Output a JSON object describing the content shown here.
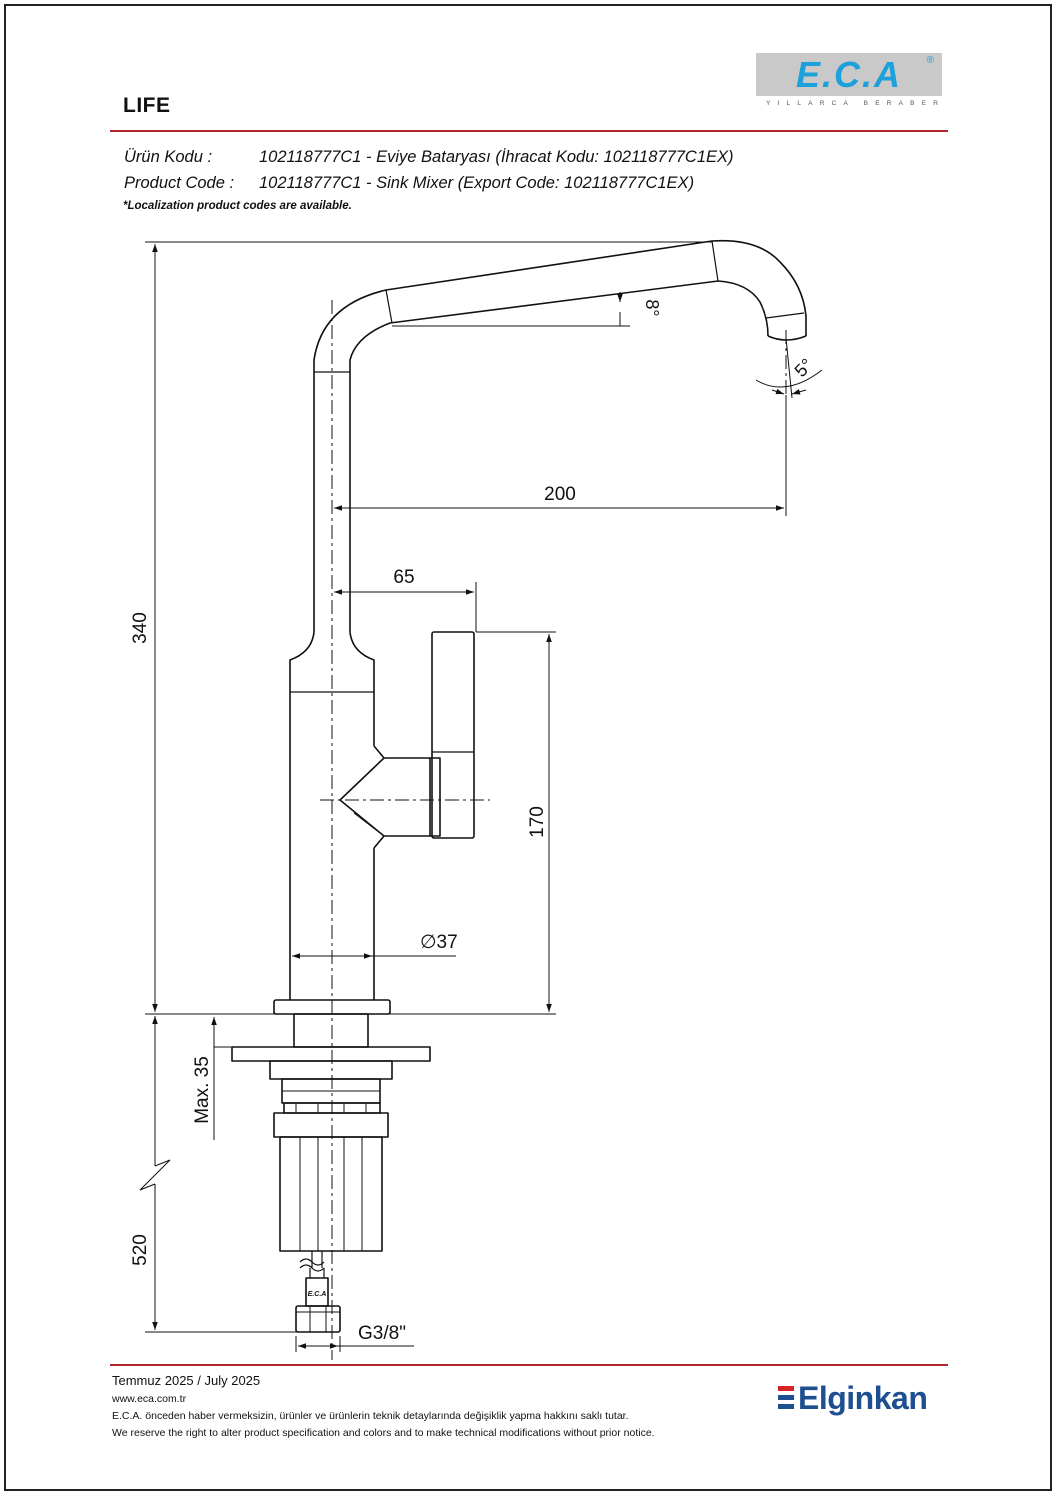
{
  "header": {
    "series_title": "LIFE",
    "logo_text": "E.C.A",
    "logo_reg": "®",
    "logo_tagline": "YILLARCA BERABER"
  },
  "product": {
    "tr_label": "Ürün Kodu :",
    "tr_value": "102118777C1 - Eviye Bataryası (İhracat Kodu: 102118777C1EX)",
    "en_label": "Product Code :",
    "en_value": "102118777C1 - Sink Mixer (Export Code: 102118777C1EX)",
    "note": "*Localization product codes are available."
  },
  "dimensions": {
    "total_height": "340",
    "spout_reach": "200",
    "handle_offset": "65",
    "body_height": "170",
    "body_diameter": "∅37",
    "mount_depth": "Max. 35",
    "hose_length": "520",
    "connection": "G3/8\"",
    "spout_angle": "8°",
    "outlet_angle": "5°",
    "hose_marking": "E.C.A"
  },
  "footer": {
    "date": "Temmuz 2025 / July 2025",
    "website": "www.eca.com.tr",
    "disclaimer_tr": "E.C.A. önceden haber vermeksizin, ürünler ve ürünlerin teknik detaylarında değişiklik yapma hakkını saklı tutar.",
    "disclaimer_en": "We reserve the right to alter product specification and colors and to make technical modifications without prior notice.",
    "brand": "Elginkan"
  },
  "colors": {
    "accent_red": "#b0262c",
    "eca_blue": "#1da1dd",
    "elginkan_blue": "#1d4f91",
    "elginkan_red": "#d8232a"
  }
}
